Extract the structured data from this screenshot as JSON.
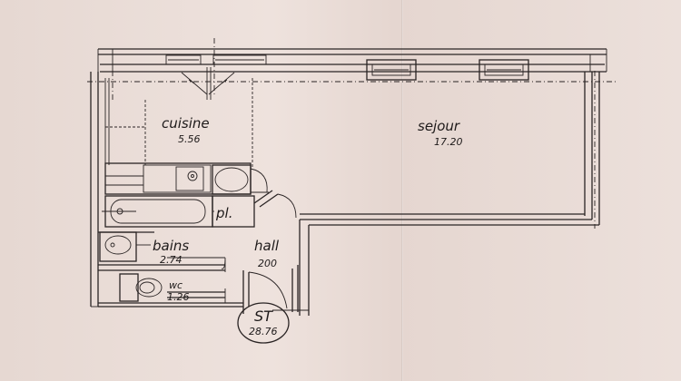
{
  "rooms": {
    "cuisine": {
      "name": "cuisine",
      "area": "5.56"
    },
    "sejour": {
      "name": "sejour",
      "area": "17.20"
    },
    "placard": {
      "name": "pl."
    },
    "bains": {
      "name": "bains",
      "area": "2.74"
    },
    "hall": {
      "name": "hall",
      "area": "200"
    },
    "wc": {
      "name": "wc",
      "area": "1.26"
    }
  },
  "total": {
    "label": "ST",
    "area": "28.76"
  }
}
